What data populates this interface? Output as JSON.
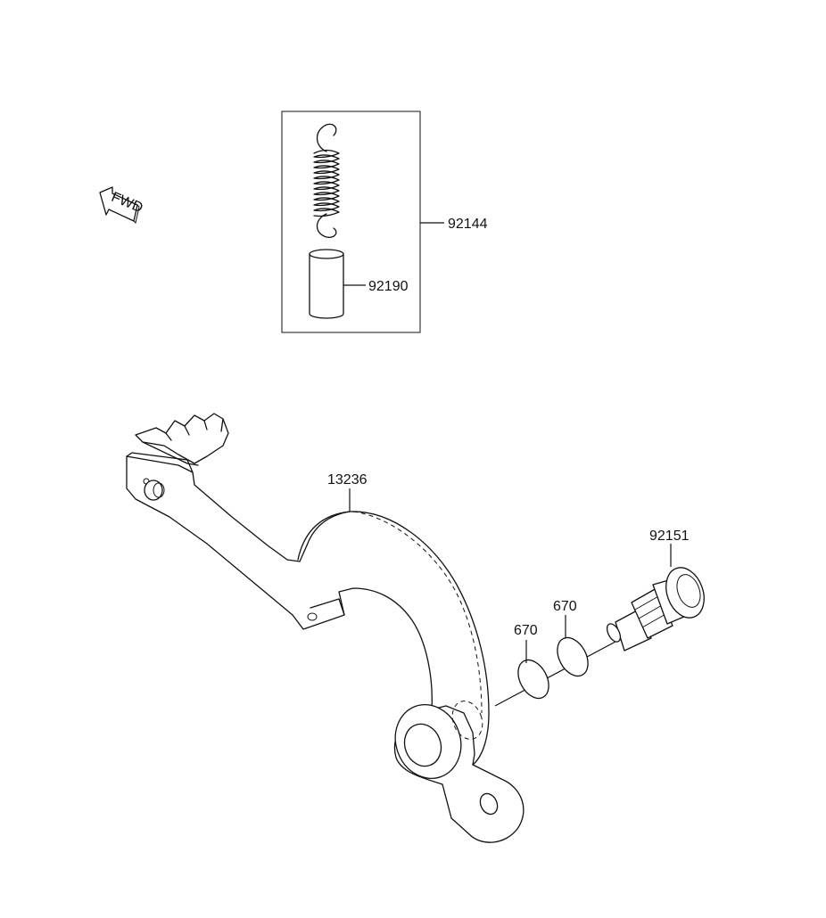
{
  "fwd_label": "FWD",
  "parts": {
    "kit": "92144",
    "collar": "92190",
    "brake_pedal": "13236",
    "pivot_bolt": "92151",
    "oring_a": "670",
    "oring_b": "670"
  }
}
